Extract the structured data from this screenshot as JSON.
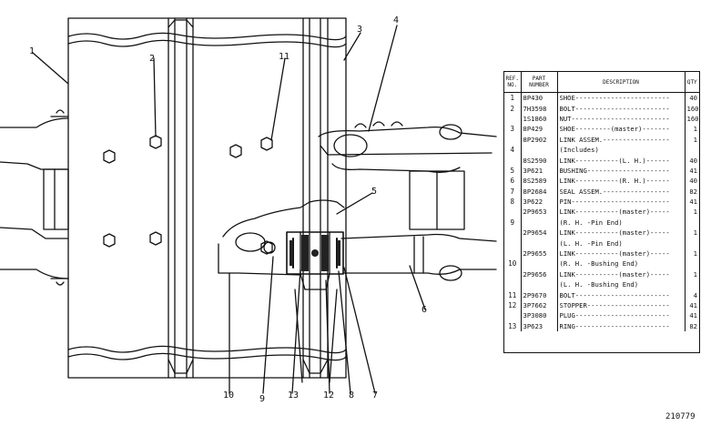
{
  "callouts": [
    "1",
    "2",
    "3",
    "4",
    "5",
    "6",
    "7",
    "8",
    "9",
    "10",
    "11",
    "12",
    "13"
  ],
  "table": {
    "headers": {
      "ref": "REF. NO.",
      "part": "PART NUMBER",
      "desc": "DESCRIPTION",
      "qty": "QTY"
    },
    "rows": [
      {
        "ref": "1",
        "part": "8P430",
        "desc": "SHOE------------------------",
        "qty": "40"
      },
      {
        "ref": "2",
        "part": "7H3598",
        "desc": "BOLT------------------------",
        "qty": "160"
      },
      {
        "ref": "",
        "part": "1S1860",
        "desc": "NUT-------------------------",
        "qty": "160"
      },
      {
        "ref": "3",
        "part": "8P429",
        "desc": "SHOE---------(master)-------",
        "qty": "1"
      },
      {
        "ref": "",
        "part": "8P2902",
        "desc": "LINK ASSEM.-----------------",
        "qty": "1"
      },
      {
        "ref": "4",
        "part": "",
        "desc": "(Includes)",
        "qty": ""
      },
      {
        "ref": "",
        "part": "8S2590",
        "desc": "LINK-----------(L. H.)------",
        "qty": "40"
      },
      {
        "ref": "5",
        "part": "3P621",
        "desc": "BUSHING---------------------",
        "qty": "41"
      },
      {
        "ref": "6",
        "part": "8S2589",
        "desc": "LINK-----------(R. H.)------",
        "qty": "40"
      },
      {
        "ref": "7",
        "part": "8P2684",
        "desc": "SEAL ASSEM.-----------------",
        "qty": "82"
      },
      {
        "ref": "8",
        "part": "3P622",
        "desc": "PIN-------------------------",
        "qty": "41"
      },
      {
        "ref": "",
        "part": "2P9653",
        "desc": "LINK-----------(master)-----",
        "qty": "1"
      },
      {
        "ref": "9",
        "part": "",
        "desc": "(R. H. -Pin End)",
        "qty": ""
      },
      {
        "ref": "",
        "part": "2P9654",
        "desc": "LINK-----------(master)-----",
        "qty": "1"
      },
      {
        "ref": "",
        "part": "",
        "desc": "(L. H. -Pin End)",
        "qty": ""
      },
      {
        "ref": "",
        "part": "2P9655",
        "desc": "LINK-----------(master)-----",
        "qty": "1"
      },
      {
        "ref": "10",
        "part": "",
        "desc": "(R. H. -Bushing End)",
        "qty": ""
      },
      {
        "ref": "",
        "part": "2P9656",
        "desc": "LINK-----------(master)-----",
        "qty": "1"
      },
      {
        "ref": "",
        "part": "",
        "desc": "(L. H. -Bushing End)",
        "qty": ""
      },
      {
        "ref": "11",
        "part": "2P9670",
        "desc": "BOLT------------------------",
        "qty": "4"
      },
      {
        "ref": "12",
        "part": "3P7662",
        "desc": "STOPPER---------------------",
        "qty": "41"
      },
      {
        "ref": "",
        "part": "3P3080",
        "desc": "PLUG------------------------",
        "qty": "41"
      },
      {
        "ref": "13",
        "part": "3P623",
        "desc": "RING------------------------",
        "qty": "82"
      }
    ]
  },
  "figure_number": "210779"
}
